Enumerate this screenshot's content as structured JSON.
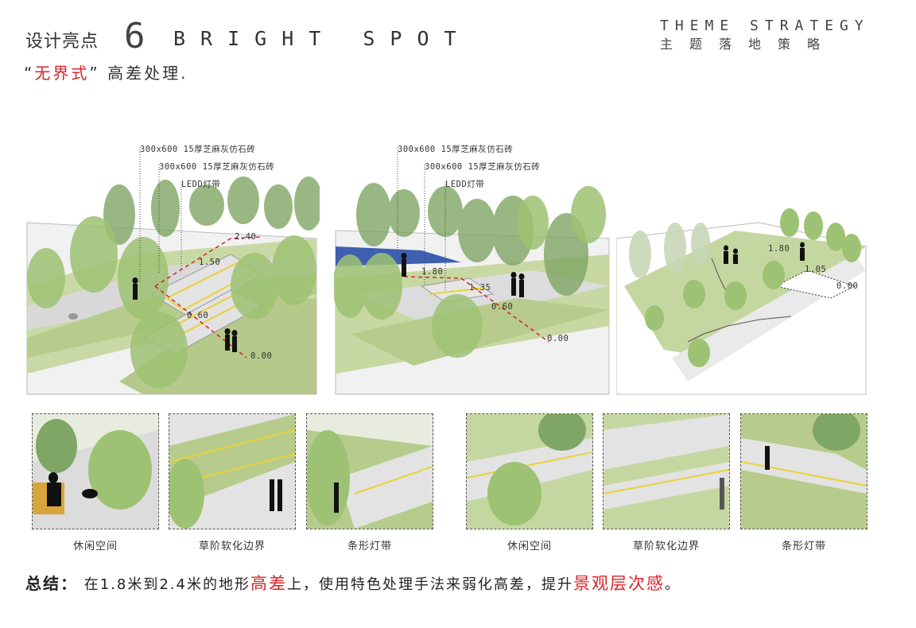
{
  "header": {
    "title_cn": "设计亮点",
    "title_num": "6",
    "title_en": "BRIGHT SPOT",
    "theme_en": "THEME STRATEGY",
    "theme_cn": "主题落地策略",
    "subtitle_quote_open": "“",
    "subtitle_red": "无界式",
    "subtitle_quote_close": "”",
    "subtitle_rest": "高差处理."
  },
  "left_panel": {
    "notes": [
      "300x600 15厚芝麻灰仿石砖",
      "300x600 15厚芝麻灰仿石砖",
      "LEDD灯带"
    ],
    "levels": [
      "2.40",
      "1.50",
      "0.60",
      "0.00"
    ]
  },
  "middle_panel": {
    "notes": [
      "300x600 15厚芝麻灰仿石砖",
      "300x600 15厚芝麻灰仿石砖",
      "LEDD灯带"
    ],
    "levels": [
      "1.80",
      "1.35",
      "0.60",
      "0.00"
    ]
  },
  "right_panel": {
    "levels": [
      "1.80",
      "1.05",
      "0.00"
    ]
  },
  "thumbnails": [
    {
      "caption": "休闲空间"
    },
    {
      "caption": "草阶软化边界"
    },
    {
      "caption": "条形灯带"
    },
    {
      "caption": "休闲空间"
    },
    {
      "caption": "草阶软化边界"
    },
    {
      "caption": "条形灯带"
    }
  ],
  "summary": {
    "label": "总结：",
    "part1": "在1.8米到2.4米的地形",
    "red1": "高差",
    "part2": "上，使用特色处理手法来弱化高差，提升",
    "red2": "景观层次感",
    "part3": "。"
  },
  "colors": {
    "accent_red": "#d9232b",
    "grass": "#b5c98a",
    "tree_dark": "#6e9a5a",
    "tree_light": "#a9c77e",
    "pavement": "#d6d6d6",
    "led_yellow": "#e8d23a",
    "water": "#3f5fb0",
    "bench": "#d9a53a"
  }
}
